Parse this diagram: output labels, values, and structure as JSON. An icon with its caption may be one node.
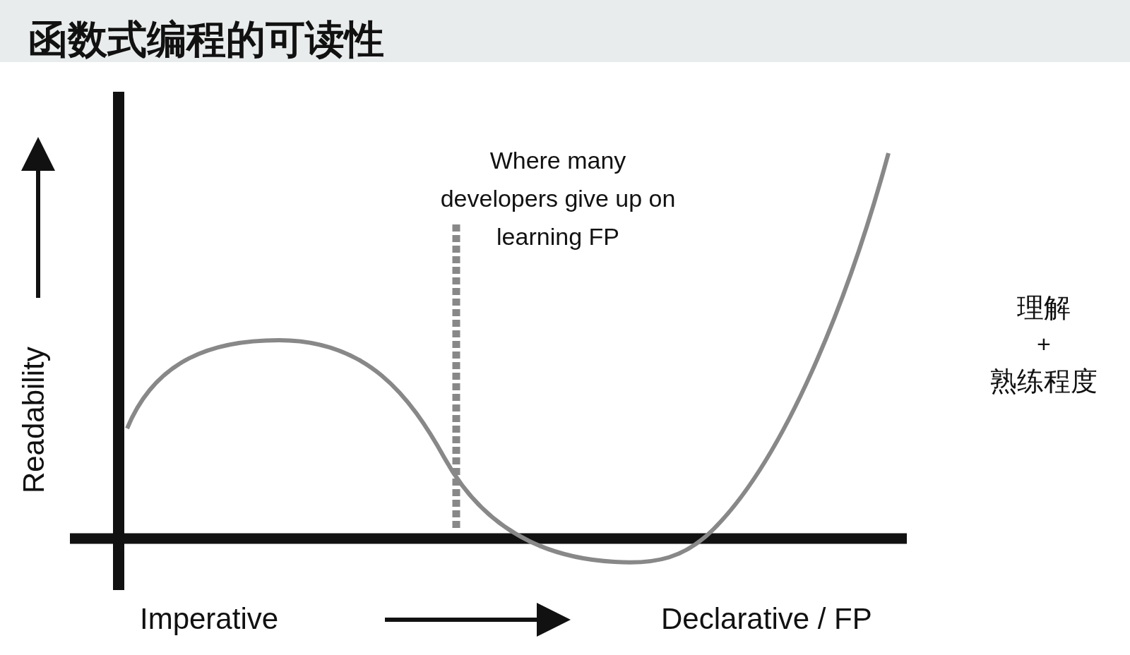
{
  "diagram": {
    "title": "函数式编程的可读性",
    "labels": [
      "Where many developers give up on learning FP",
      "Readability",
      "理解",
      "+",
      "熟练程度",
      "Imperative",
      "Declarative / FP"
    ]
  }
}
